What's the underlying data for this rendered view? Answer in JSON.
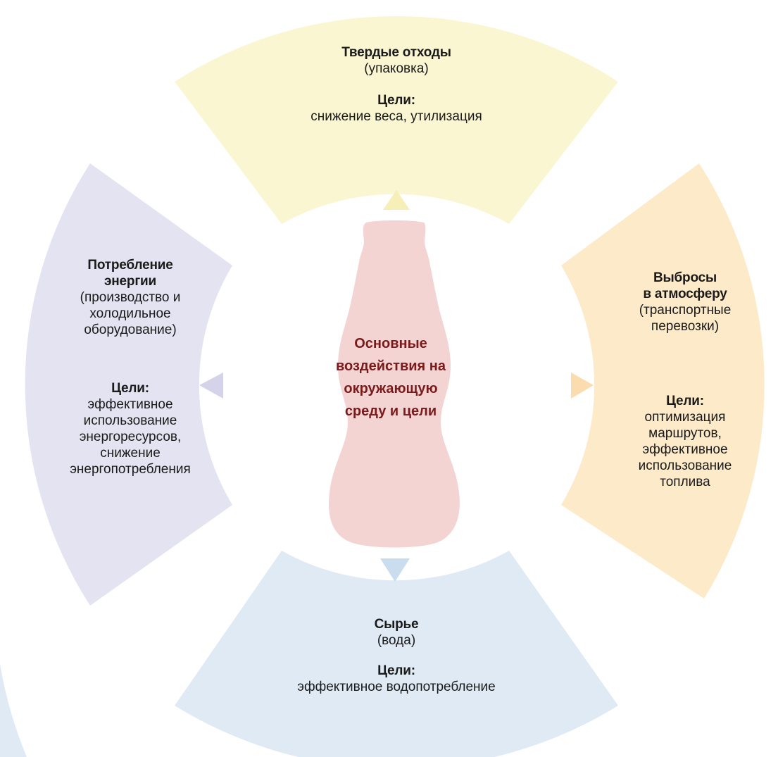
{
  "center": {
    "lines": [
      "Основные",
      "воздействия",
      "на",
      "окружающую",
      "среду",
      "и",
      "цели"
    ]
  },
  "top": {
    "title_lines": [
      "Твердые отходы"
    ],
    "subtitle_lines": [
      "(упаковка)"
    ],
    "goals_label": "Цели:",
    "goals_lines": [
      "снижение веса, утилизация"
    ]
  },
  "left": {
    "title_lines": [
      "Потребление",
      "энергии"
    ],
    "subtitle_lines": [
      "(производство и",
      "холодильное",
      "оборудование)"
    ],
    "goals_label": "Цели:",
    "goals_lines": [
      "эффективное",
      "использование",
      "энергоресурсов,",
      "снижение",
      "энергопотребления"
    ]
  },
  "right": {
    "title_lines": [
      "Выбросы",
      "в атмосферу"
    ],
    "subtitle_lines": [
      "(транспортные",
      "перевозки)"
    ],
    "goals_label": "Цели:",
    "goals_lines": [
      "оптимизация",
      "маршрутов,",
      "эффективное",
      "использование",
      "топлива"
    ]
  },
  "bottom": {
    "title_lines": [
      "Сырье"
    ],
    "subtitle_lines": [
      "(вода)"
    ],
    "goals_label": "Цели:",
    "goals_lines": [
      "эффективное водопотребление"
    ]
  },
  "colors": {
    "top_segment": "#fbf6d2",
    "top_arrow": "#f6efb8",
    "right_segment": "#fdeac9",
    "right_arrow": "#fbdcae",
    "bottom_segment": "#dfeaf5",
    "bottom_arrow": "#c9ddef",
    "left_segment": "#e4e3f1",
    "left_arrow": "#d4d3e9",
    "bottle": "#f4d3d3",
    "center_text": "#7a1a1a"
  }
}
